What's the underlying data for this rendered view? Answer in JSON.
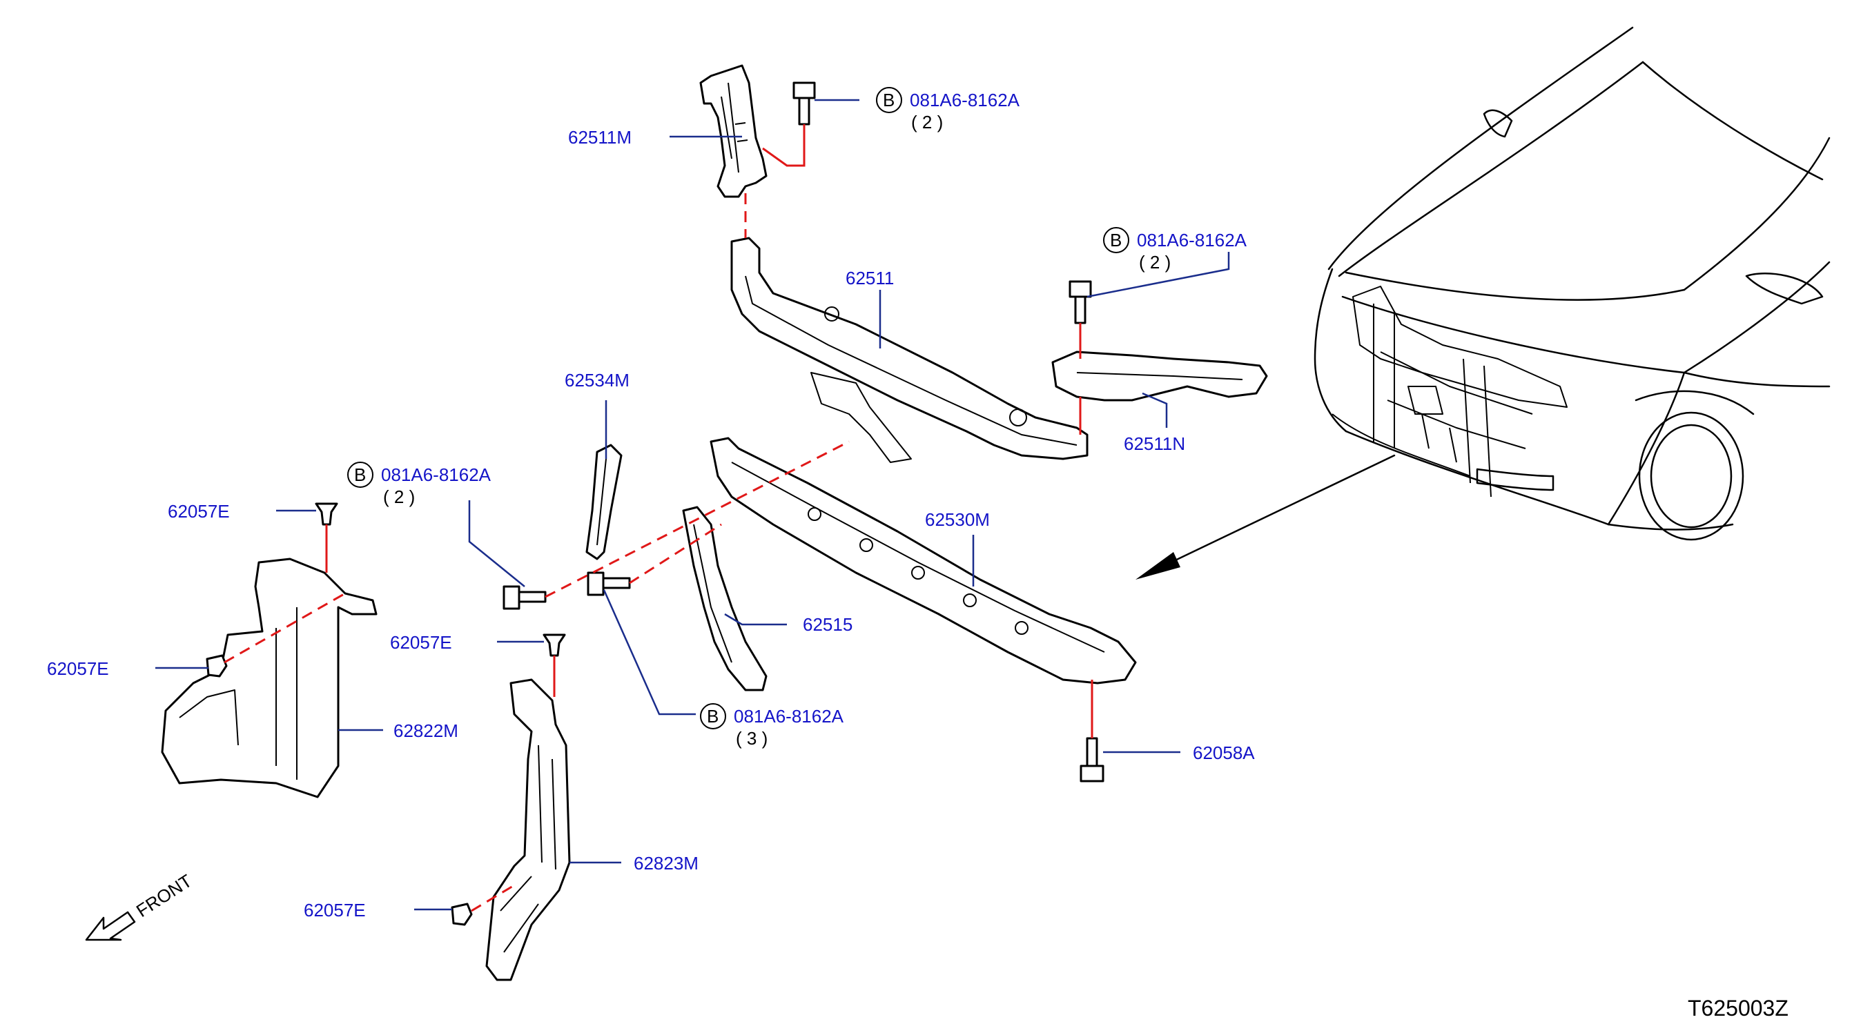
{
  "diagram_code": "T625003Z",
  "front_label": "FRONT",
  "bolt_symbol": "B",
  "callouts": {
    "upper_bracket": "62511M",
    "bolt_top": "081A6-8162A",
    "bolt_top_qty": "( 2 )",
    "upper_support": "62511",
    "bolt_right": "081A6-8162A",
    "bolt_right_qty": "( 2 )",
    "right_bracket": "62511N",
    "lower_stay": "62534M",
    "bolt_left": "081A6-8162A",
    "bolt_left_qty": "( 2 )",
    "clip_left_top": "62057E",
    "lower_support": "62530M",
    "side_stay": "62515",
    "clip_center": "62057E",
    "clip_left": "62057E",
    "left_air_guide": "62822M",
    "bolt_center": "081A6-8162A",
    "bolt_center_qty": "( 3 )",
    "bolt_bottom": "62058A",
    "right_air_guide": "62823M",
    "clip_bottom": "62057E"
  }
}
